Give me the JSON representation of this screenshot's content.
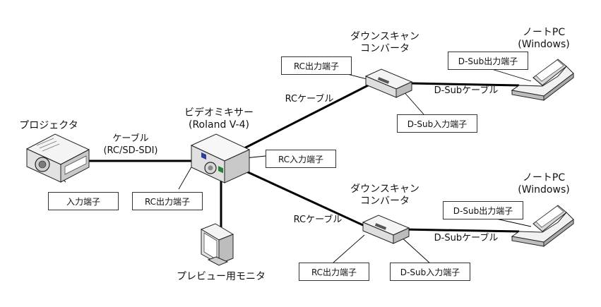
{
  "devices": {
    "mixer": {
      "line1": "ビデオミキサー",
      "line2": "(Roland V-4)"
    },
    "projector": {
      "label": "プロジェクタ"
    },
    "preview_monitor": {
      "label": "プレビュー用モニタ"
    },
    "converter_top": {
      "line1": "ダウンスキャン",
      "line2": "コンバータ"
    },
    "converter_bottom": {
      "line1": "ダウンスキャン",
      "line2": "コンバータ"
    },
    "laptop_top": {
      "line1": "ノートPC",
      "line2": "(Windows)"
    },
    "laptop_bottom": {
      "line1": "ノートPC",
      "line2": "(Windows)"
    }
  },
  "cables": {
    "projector_mixer": {
      "line1": "ケーブル",
      "line2": "(RC/SD-SDI)"
    },
    "mixer_conv_top": "RCケーブル",
    "mixer_conv_bottom": "RCケーブル",
    "conv_laptop_top": "D-Subケーブル",
    "conv_laptop_bottom": "D-Subケーブル"
  },
  "callouts": {
    "projector_input": "入力端子",
    "mixer_rc_out": "RC出力端子",
    "mixer_rc_in": "RC入力端子",
    "conv_top_rc_out": "RC出力端子",
    "conv_top_dsub_in": "D-Sub入力端子",
    "laptop_top_dsub_out": "D-Sub出力端子",
    "conv_bottom_rc_out": "RC出力端子",
    "conv_bottom_dsub_in": "D-Sub入力端子",
    "laptop_bottom_dsub_out": "D-Sub出力端子"
  }
}
